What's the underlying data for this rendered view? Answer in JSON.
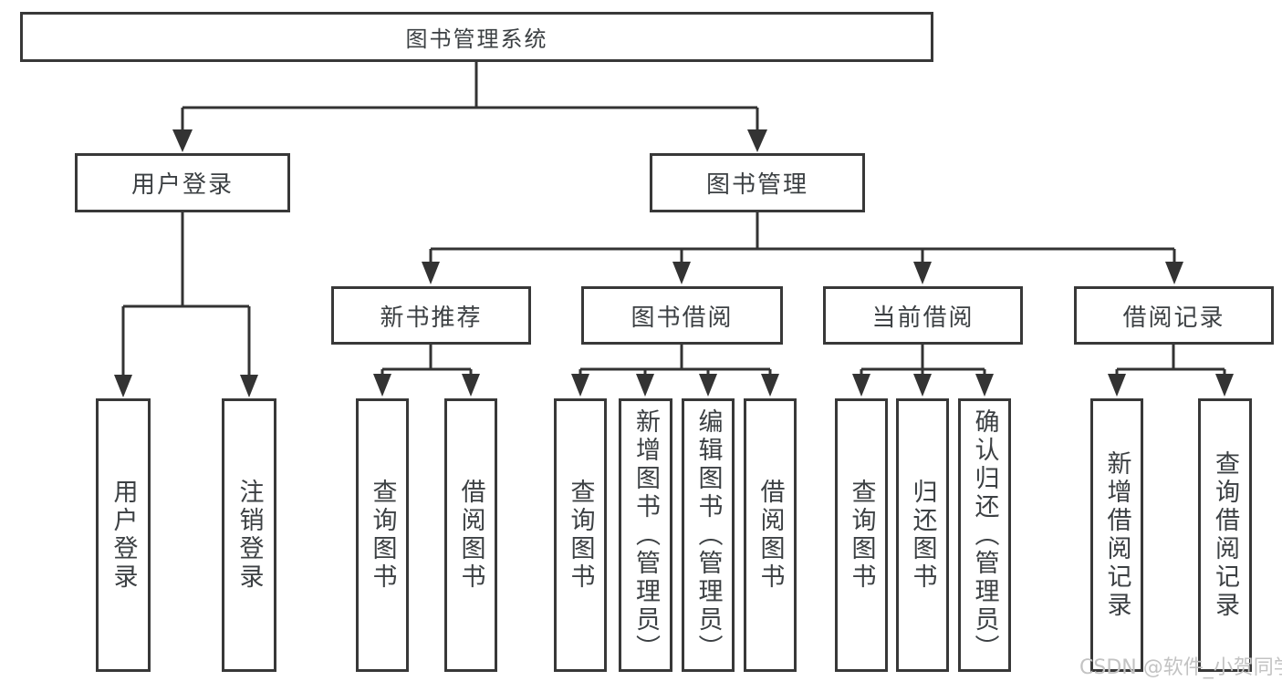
{
  "tree": {
    "label": "图书管理系统",
    "children": [
      {
        "label": "用户登录",
        "children": [
          {
            "label": "用户登录"
          },
          {
            "label": "注销登录"
          }
        ]
      },
      {
        "label": "图书管理",
        "children": [
          {
            "label": "新书推荐",
            "children": [
              {
                "label": "查询图书"
              },
              {
                "label": "借阅图书"
              }
            ]
          },
          {
            "label": "图书借阅",
            "children": [
              {
                "label": "查询图书"
              },
              {
                "label": "新增图书（管理员）"
              },
              {
                "label": "编辑图书（管理员）"
              },
              {
                "label": "借阅图书"
              }
            ]
          },
          {
            "label": "当前借阅",
            "children": [
              {
                "label": "查询图书"
              },
              {
                "label": "归还图书"
              },
              {
                "label": "确认归还（管理员）"
              }
            ]
          },
          {
            "label": "借阅记录",
            "children": [
              {
                "label": "新增借阅记录"
              },
              {
                "label": "查询借阅记录"
              }
            ]
          }
        ]
      }
    ]
  },
  "watermark": {
    "text": "CSDN @软件_小贺同学"
  },
  "colors": {
    "line": "#333333",
    "box_border": "#383838",
    "text": "#3c4043",
    "watermark": "#c3c3c3",
    "background": "#ffffff"
  }
}
